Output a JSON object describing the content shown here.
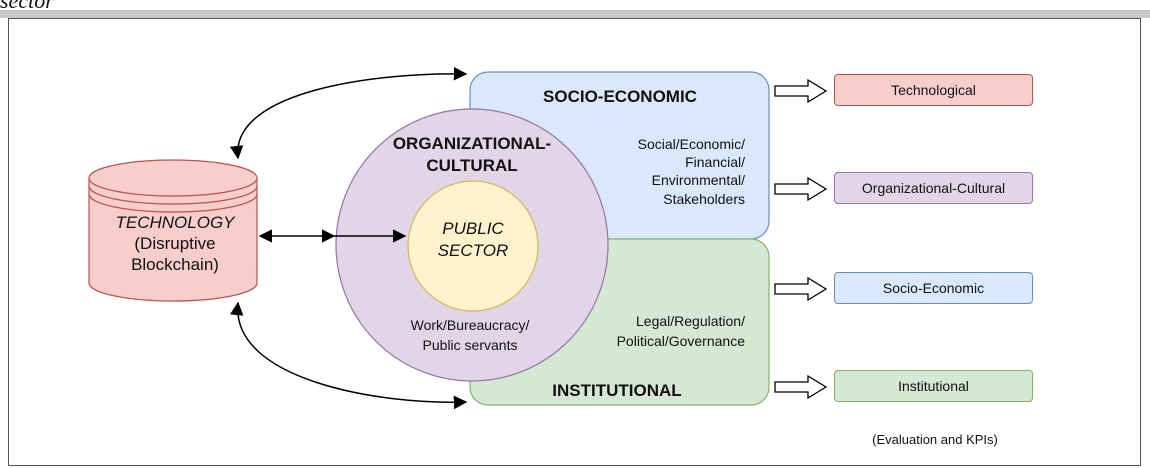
{
  "caption_fragment": "sector",
  "technology": {
    "title": "TECHNOLOGY",
    "subtitle": "(Disruptive Blockchain)",
    "color": "#f5c7c7"
  },
  "socio_economic": {
    "title": "SOCIO-ECONOMIC",
    "text": "Social/Economic/ Financial/ Environmental/ Stakeholders",
    "color": "#dae8fc"
  },
  "institutional": {
    "title": "INSTITUTIONAL",
    "text": "Legal/Regulation/ Political/Governance",
    "color": "#d5e8d4"
  },
  "organizational_cultural": {
    "title": "ORGANIZATIONAL- CULTURAL",
    "text": "Work/Bureaucracy/ Public servants",
    "color": "#e1d5e7"
  },
  "public_sector": {
    "title": "PUBLIC SECTOR",
    "color": "#fff2cc"
  },
  "kpi_boxes": [
    {
      "label": "Technological",
      "color": "#f8cecc"
    },
    {
      "label": "Organizational-Cultural",
      "color": "#e1d5e7"
    },
    {
      "label": "Socio-Economic",
      "color": "#dae8fc"
    },
    {
      "label": "Institutional",
      "color": "#d5e8d4"
    }
  ],
  "footer_note": "(Evaluation and KPIs)"
}
